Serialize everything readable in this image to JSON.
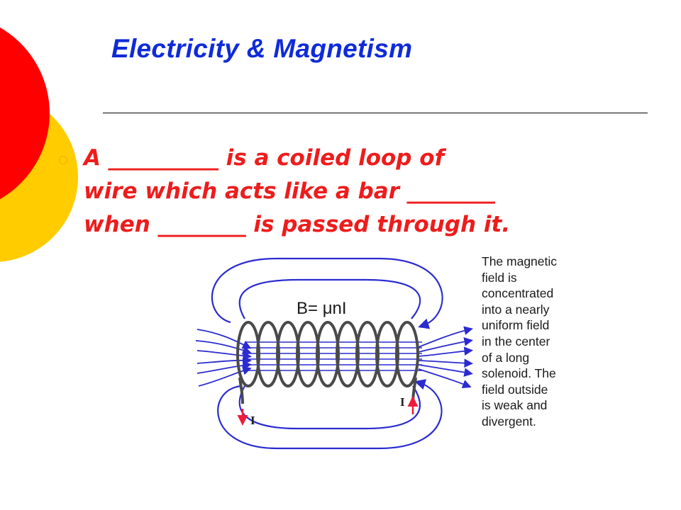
{
  "slide": {
    "title": "Electricity & Magnetism",
    "body_lines": [
      "A __________ is a coiled loop of",
      "wire which acts like a bar ________",
      "when ________ is passed through it."
    ],
    "text_color": "#ee1c1c",
    "title_color": "#0f2bd8"
  },
  "decoration": {
    "circle_colors": [
      "#ff0000",
      "#ffcc00"
    ]
  },
  "diagram": {
    "formula": "B= μnI",
    "current_label_left": "I",
    "current_label_right": "I",
    "caption_lines": [
      "The magnetic",
      "field is",
      "concentrated",
      "into a nearly",
      "uniform field",
      "in the center",
      "of a long",
      "solenoid. The",
      "field outside",
      "is weak and",
      "divergent."
    ],
    "field_color": "#2b2bd0",
    "arrow_color": "#ee1c3c"
  }
}
